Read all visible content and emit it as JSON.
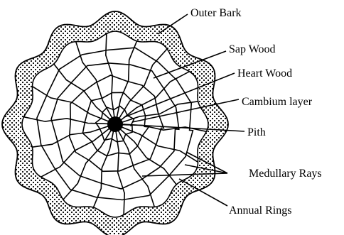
{
  "diagram": {
    "labels": {
      "outer_bark": "Outer Bark",
      "sap_wood": "Sap Wood",
      "heart_wood": "Heart Wood",
      "cambium_layer": "Cambium layer",
      "pith": "Pith",
      "medullary_rays": "Medullary Rays",
      "annual_rings": "Annual Rings"
    },
    "structure": {
      "ring_count": 5,
      "ray_count": 18,
      "bark_lobes": 12
    },
    "colors": {
      "ink": "#000000",
      "bark_fill": "#ffffff",
      "background": "#ffffff"
    }
  }
}
